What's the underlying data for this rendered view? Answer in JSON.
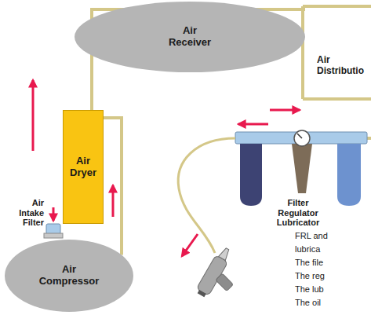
{
  "diagram": {
    "nodes": [
      {
        "text": [
          "Air Receiver"
        ]
      },
      {
        "text": [
          "Air Dryer"
        ]
      },
      {
        "text": [
          "Air Compressor"
        ]
      }
    ],
    "edges": [
      {
        "from": 2,
        "to": 1,
        "arrow": "none"
      },
      {
        "from": 1,
        "to": 0,
        "arrow": "none"
      }
    ],
    "labels": [
      "Air Distributio",
      "Air Intake Filter",
      "Filter Regulator Lubricator",
      "FRL and",
      "lubrica",
      "The file",
      "The reg",
      "The lub",
      "The oil"
    ]
  }
}
